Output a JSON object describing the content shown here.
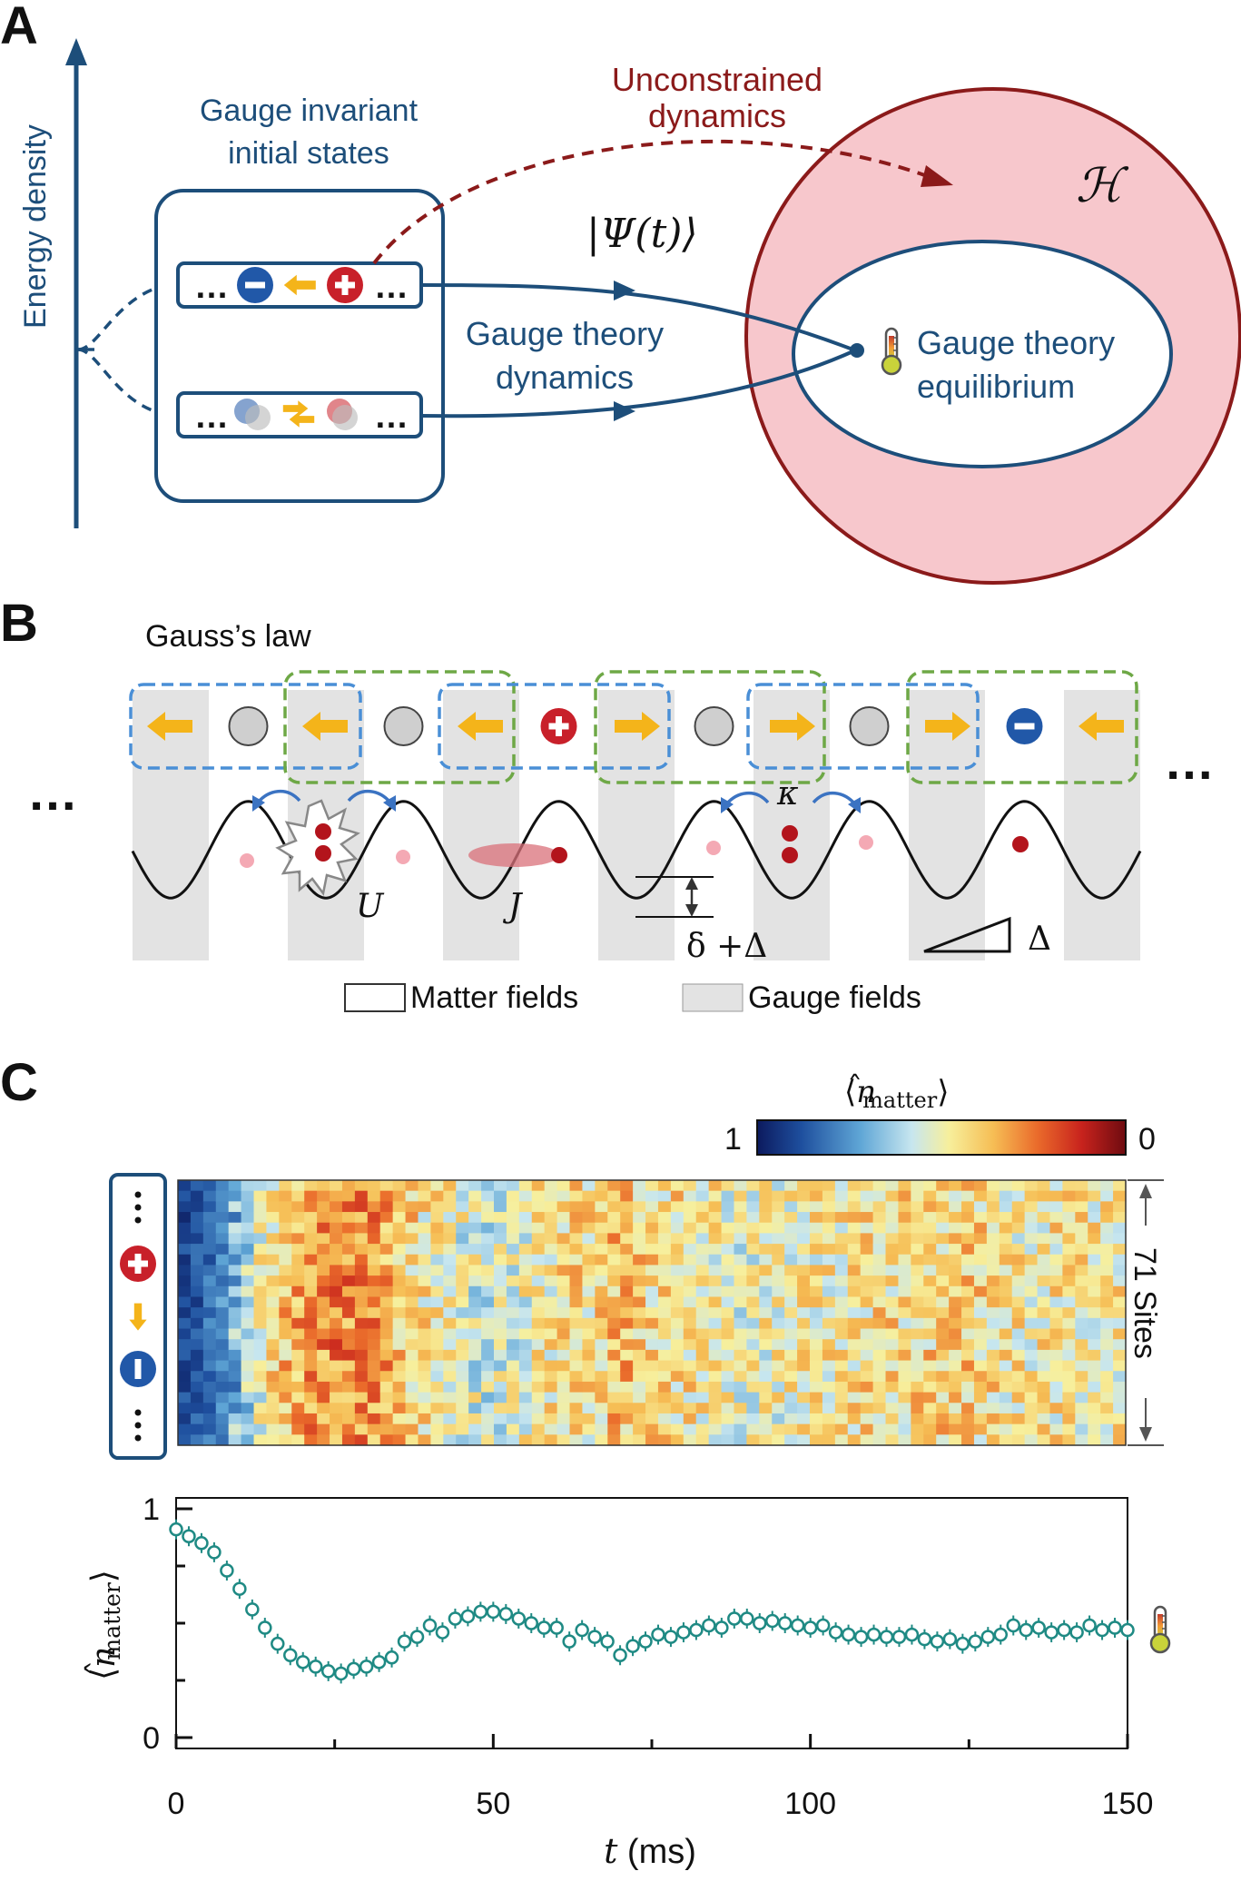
{
  "panel_a": {
    "label": "A",
    "y_axis_label": "Energy density",
    "initial_states_title": [
      "Gauge invariant",
      "initial states"
    ],
    "unconstrained_label": [
      "Unconstrained",
      "dynamics"
    ],
    "hilbert_symbol": "ℋ",
    "psi_label": "|Ψ(t)⟩",
    "gauge_dynamics_label": [
      "Gauge theory",
      "dynamics"
    ],
    "equilibrium_label": [
      "Gauge theory",
      "equilibrium"
    ],
    "ellipsis": "…",
    "colors": {
      "blue": "#1d4e7a",
      "red": "#8b1a1a",
      "pink": "#f7c7cc"
    }
  },
  "panel_b": {
    "label": "B",
    "gauss_law": "Gauss’s law",
    "site_sequence": [
      "arrow-left",
      "empty",
      "arrow-left",
      "empty",
      "arrow-left",
      "plus",
      "arrow-right",
      "empty",
      "arrow-right",
      "empty",
      "arrow-right",
      "minus",
      "arrow-left"
    ],
    "labels": {
      "U": "U",
      "J": "J",
      "kappa": "κ",
      "delta_delta": "δ +Δ",
      "delta": "Δ"
    },
    "legend": {
      "matter": "Matter fields",
      "gauge": "Gauge fields"
    },
    "ellipsis": "…"
  },
  "panel_c": {
    "label": "C",
    "colorbar_label": "⟨n̂matter⟩",
    "colorbar_min": "1",
    "colorbar_max": "0",
    "sites_label": "71 Sites",
    "ylabel": "⟨n̂matter⟩",
    "xlabel": "t (ms)"
  },
  "chart_data": {
    "type": "scatter",
    "xlabel": "t (ms)",
    "ylabel": "⟨n̂matter⟩",
    "xlim": [
      0,
      150
    ],
    "ylim": [
      0,
      1
    ],
    "xticks": [
      0,
      50,
      100,
      150
    ],
    "yticks": [
      0,
      1
    ],
    "series": [
      {
        "color": "#1f8a84",
        "x": [
          0,
          2,
          4,
          6,
          8,
          10,
          12,
          14,
          16,
          18,
          20,
          22,
          24,
          26,
          28,
          30,
          32,
          34,
          36,
          38,
          40,
          42,
          44,
          46,
          48,
          50,
          52,
          54,
          56,
          58,
          60,
          62,
          64,
          66,
          68,
          70,
          72,
          74,
          76,
          78,
          80,
          82,
          84,
          86,
          88,
          90,
          92,
          94,
          96,
          98,
          100,
          102,
          104,
          106,
          108,
          110,
          112,
          114,
          116,
          118,
          120,
          122,
          124,
          126,
          128,
          130,
          132,
          134,
          136,
          138,
          140,
          142,
          144,
          146,
          148,
          150
        ],
        "y": [
          0.91,
          0.88,
          0.85,
          0.81,
          0.73,
          0.65,
          0.56,
          0.48,
          0.41,
          0.36,
          0.33,
          0.31,
          0.29,
          0.28,
          0.3,
          0.31,
          0.33,
          0.35,
          0.42,
          0.44,
          0.49,
          0.46,
          0.52,
          0.53,
          0.55,
          0.55,
          0.54,
          0.52,
          0.5,
          0.48,
          0.48,
          0.42,
          0.47,
          0.44,
          0.42,
          0.36,
          0.4,
          0.42,
          0.45,
          0.44,
          0.46,
          0.47,
          0.49,
          0.48,
          0.52,
          0.52,
          0.5,
          0.51,
          0.5,
          0.49,
          0.48,
          0.49,
          0.46,
          0.45,
          0.44,
          0.45,
          0.44,
          0.44,
          0.45,
          0.43,
          0.42,
          0.43,
          0.41,
          0.42,
          0.44,
          0.45,
          0.49,
          0.47,
          0.48,
          0.46,
          0.47,
          0.46,
          0.49,
          0.47,
          0.48,
          0.47
        ]
      }
    ]
  }
}
